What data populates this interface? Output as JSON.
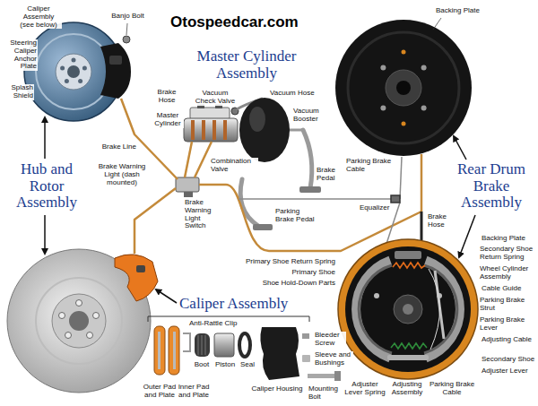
{
  "diagram": {
    "labels": [
      "Otospeedcar.com",
      "Banjo Bolt",
      "Caliper Assembly (see below)",
      "Steering Caliper Anchor Plate",
      "Splash Shield",
      "Master Cylinder Assembly",
      "Vacuum Check Valve",
      "Vacuum Hose",
      "Vacuum Booster",
      "Brake Hose",
      "Master Cylinder",
      "Brake Line",
      "Brake Warning Light (dash mounted)",
      "Combination Valve",
      "Brake Warning Light Switch",
      "Brake Pedal",
      "Parking Brake Pedal",
      "Parking Brake Cable",
      "Equalizer",
      "Brake Hose",
      "Backing Plate",
      "Hub and Rotor Assembly",
      "Rear Drum Brake Assembly",
      "Backing Plate",
      "Secondary Shoe Return Spring",
      "Wheel Cylinder Assembly",
      "Cable Guide",
      "Parking Brake Strut",
      "Parking Brake Lever",
      "Adjusting Cable",
      "Secondary Shoe",
      "Adjuster Lever",
      "Primary Shoe Return Spring",
      "Primary Shoe",
      "Shoe Hold-Down Parts",
      "Adjuster Lever Spring",
      "Adjusting Assembly",
      "Parking Brake Cable",
      "Caliper Assembly",
      "Anti-Rattle Clip",
      "Outer Pad and Plate",
      "Inner Pad and Plate",
      "Boot",
      "Piston",
      "Seal",
      "Bleeder Screw",
      "Sleeve and Bushings",
      "Caliper Housing",
      "Mounting Bolt"
    ]
  }
}
